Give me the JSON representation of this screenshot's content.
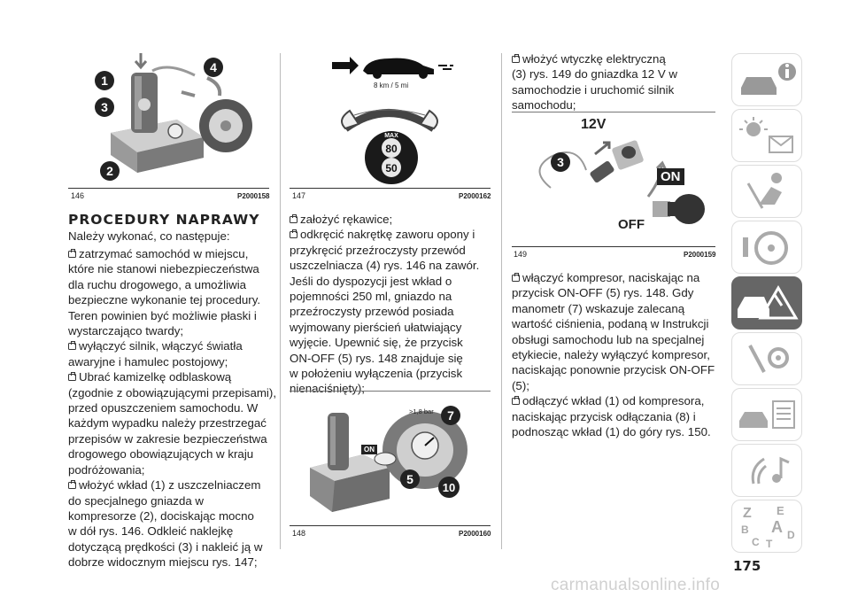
{
  "figures": {
    "f146": {
      "number": "146",
      "code": "P2000158"
    },
    "f147": {
      "number": "147",
      "code": "P2000162",
      "speed_label": "8 km / 5 mi",
      "badge_top": "MAX",
      "badge_80": "80",
      "badge_50": "50"
    },
    "f148": {
      "number": "148",
      "code": "P2000160",
      "pressure": ">1,8 bar",
      "on": "ON"
    },
    "f149": {
      "number": "149",
      "code": "P2000159",
      "v12": "12V",
      "on": "ON",
      "off": "OFF"
    }
  },
  "callouts": {
    "c1": "1",
    "c2": "2",
    "c3": "3",
    "c4": "4",
    "c5": "5",
    "c7": "7",
    "c10": "10"
  },
  "col1": {
    "heading": "PROCEDURY NAPRAWY",
    "intro": "Należy wykonać, co następuje:",
    "lines": [
      {
        "b": true,
        "t": "zatrzymać samochód w miejscu,"
      },
      {
        "b": false,
        "t": "które nie stanowi niebezpieczeństwa"
      },
      {
        "b": false,
        "t": "dla ruchu drogowego, a umożliwia"
      },
      {
        "b": false,
        "t": "bezpieczne wykonanie tej procedury."
      },
      {
        "b": false,
        "t": "Teren powinien być możliwie płaski i"
      },
      {
        "b": false,
        "t": "wystarczająco twardy;"
      },
      {
        "b": true,
        "t": "wyłączyć silnik, włączyć światła"
      },
      {
        "b": false,
        "t": "awaryjne i hamulec postojowy;"
      },
      {
        "b": true,
        "t": "Ubrać kamizelkę odblaskową"
      },
      {
        "b": false,
        "t": "(zgodnie z obowiązującymi przepisami),"
      },
      {
        "b": false,
        "t": "przed opuszczeniem samochodu. W"
      },
      {
        "b": false,
        "t": "każdym wypadku należy przestrzegać"
      },
      {
        "b": false,
        "t": "przepisów w zakresie bezpieczeństwa"
      },
      {
        "b": false,
        "t": "drogowego obowiązujących w kraju"
      },
      {
        "b": false,
        "t": "podróżowania;"
      },
      {
        "b": true,
        "t": "włożyć wkład (1) z uszczelniaczem"
      },
      {
        "b": false,
        "t": "do specjalnego gniazda w"
      },
      {
        "b": false,
        "t": "kompresorze (2), dociskając mocno"
      },
      {
        "b": false,
        "t": "w dół rys. 146. Odkleić naklejkę"
      },
      {
        "b": false,
        "t": "dotyczącą prędkości (3) i nakleić ją w"
      },
      {
        "b": false,
        "t": "dobrze widocznym miejscu rys. 147;"
      }
    ]
  },
  "col2": {
    "lines": [
      {
        "b": true,
        "t": "założyć rękawice;"
      },
      {
        "b": true,
        "t": "odkręcić nakrętkę zaworu opony i"
      },
      {
        "b": false,
        "t": "przykręcić przeźroczysty przewód"
      },
      {
        "b": false,
        "t": "uszczelniacza (4) rys. 146 na zawór."
      },
      {
        "b": false,
        "t": "Jeśli do dyspozycji jest wkład o"
      },
      {
        "b": false,
        "t": "pojemności 250 ml, gniazdo na"
      },
      {
        "b": false,
        "t": "przeźroczysty przewód posiada"
      },
      {
        "b": false,
        "t": "wyjmowany pierścień ułatwiający"
      },
      {
        "b": false,
        "t": "wyjęcie. Upewnić się, że przycisk"
      },
      {
        "b": false,
        "t": "ON-OFF (5) rys. 148 znajduje się"
      },
      {
        "b": false,
        "t": "w położeniu wyłączenia (przycisk"
      },
      {
        "b": false,
        "t": "nienaciśnięty);"
      }
    ]
  },
  "col3a": {
    "lines": [
      {
        "b": true,
        "t": "włożyć wtyczkę elektryczną"
      },
      {
        "b": false,
        "t": "(3) rys. 149 do gniazdka 12 V w"
      },
      {
        "b": false,
        "t": "samochodzie i uruchomić silnik"
      },
      {
        "b": false,
        "t": "samochodu;"
      }
    ]
  },
  "col3b": {
    "lines": [
      {
        "b": true,
        "t": "włączyć kompresor, naciskając na"
      },
      {
        "b": false,
        "t": "przycisk ON-OFF (5) rys. 148. Gdy"
      },
      {
        "b": false,
        "t": "manometr (7) wskazuje zalecaną"
      },
      {
        "b": false,
        "t": "wartość ciśnienia, podaną w Instrukcji"
      },
      {
        "b": false,
        "t": "obsługi samochodu lub na specjalnej"
      },
      {
        "b": false,
        "t": "etykiecie, należy wyłączyć kompresor,"
      },
      {
        "b": false,
        "t": "naciskając ponownie przycisk ON-OFF"
      },
      {
        "b": false,
        "t": "(5);"
      },
      {
        "b": true,
        "t": "odłączyć wkład (1) od kompresora,"
      },
      {
        "b": false,
        "t": "naciskając przycisk odłączania (8) i"
      },
      {
        "b": false,
        "t": "podnosząc wkład (1) do góry rys. 150."
      }
    ]
  },
  "tabs": [
    {
      "icon": "car-info-icon"
    },
    {
      "icon": "dashboard-lights-icon"
    },
    {
      "icon": "airbag-safety-icon"
    },
    {
      "icon": "steering-wheel-icon"
    },
    {
      "icon": "emergency-car-icon",
      "active": true
    },
    {
      "icon": "maintenance-tools-icon"
    },
    {
      "icon": "car-data-icon"
    },
    {
      "icon": "multimedia-icon"
    },
    {
      "icon": "alphabetical-index-icon"
    }
  ],
  "index_letters": [
    "Z",
    "E",
    "B",
    "A",
    "C",
    "D",
    "T"
  ],
  "page_number": "175",
  "watermark": "carmanualsonline.info"
}
